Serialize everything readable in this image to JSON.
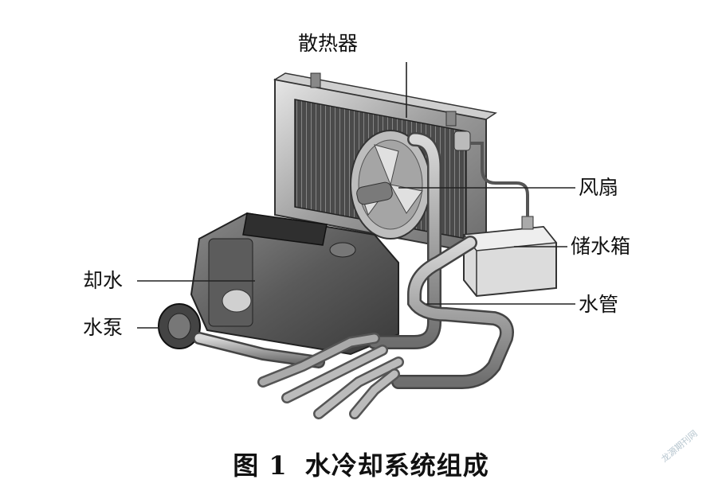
{
  "labels": {
    "radiator": "散热器",
    "fan": "风扇",
    "reservoir": "储水箱",
    "cooling_water": "却水",
    "water_pipe": "水管",
    "water_pump": "水泵"
  },
  "caption": {
    "number": "图 1",
    "title": "水冷却系统组成"
  },
  "watermark": "龙源期刊网"
}
